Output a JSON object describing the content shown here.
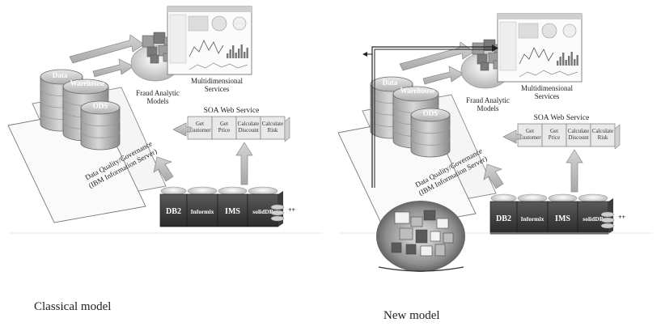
{
  "panels": [
    {
      "id": "classical",
      "labels": {
        "data": "Data",
        "warehouse": "Warehouse",
        "ods": "ODS",
        "fraud_models": [
          "Fraud Analytic",
          "Models"
        ],
        "multidim": [
          "Multidimensional",
          "Services"
        ],
        "soa_title": "SOA Web Service",
        "services": [
          [
            "Get",
            "Customer"
          ],
          [
            "Get",
            "Price"
          ],
          [
            "Calculate",
            "Discount"
          ],
          [
            "Calculate",
            "Risk"
          ]
        ],
        "governance": [
          "Data Quality/Governance",
          "(IBM Information Server)"
        ],
        "dbs": [
          "DB2",
          "Informix",
          "IMS",
          "solidDB"
        ],
        "plus": "++"
      },
      "caption": "Classical model"
    },
    {
      "id": "new",
      "labels": {
        "data": "Data",
        "warehouse": "Warehouse",
        "ods": "ODS",
        "fraud_models": [
          "Fraud Analytic",
          "Models"
        ],
        "multidim": [
          "Multidimensional",
          "Services"
        ],
        "soa_title": "SOA Web Service",
        "services": [
          [
            "Get",
            "Customer"
          ],
          [
            "Get",
            "Price"
          ],
          [
            "Calculate",
            "Discount"
          ],
          [
            "Calculate",
            "Risk"
          ]
        ],
        "governance": [
          "Data Quality/Governance",
          "(IBM Information Server)"
        ],
        "dbs": [
          "DB2",
          "Informix",
          "IMS",
          "solidDB"
        ],
        "plus": "++"
      },
      "caption": "New model"
    }
  ]
}
